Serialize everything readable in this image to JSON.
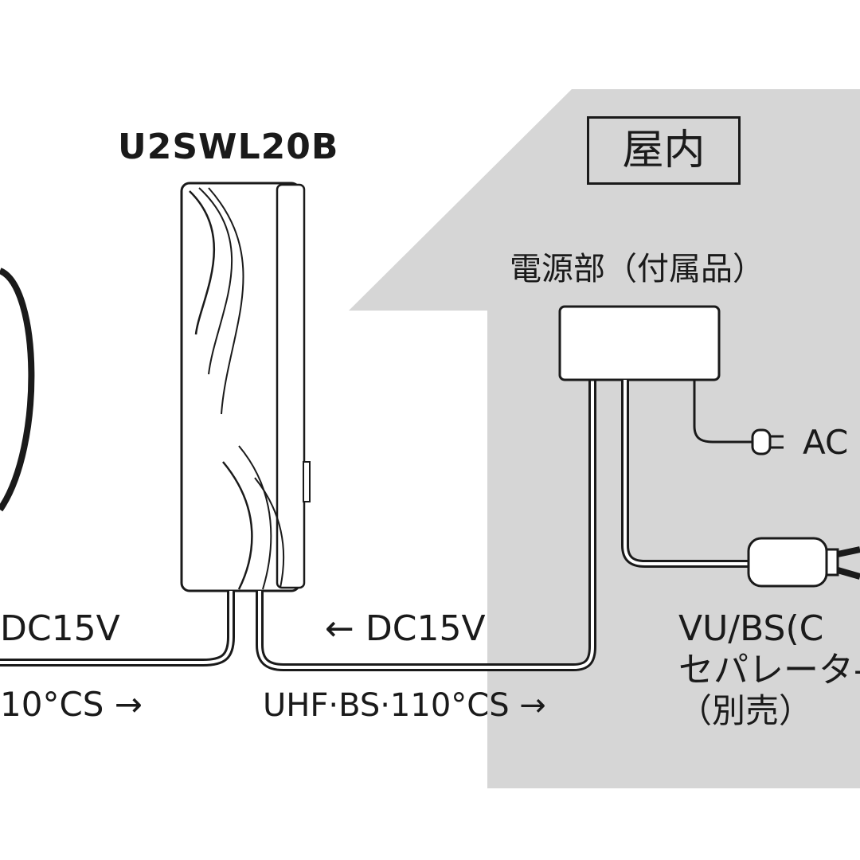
{
  "model_label": "U2SWL20B",
  "indoor_label": "屋内",
  "power_unit_label": "電源部（付属品）",
  "ac_label": "AC",
  "dc_left_label": "DC15V",
  "dc_mid_label": "← DC15V",
  "signal_left_label": "10°CS →",
  "signal_mid_label": "UHF·BS·110°CS →",
  "separator_label_line1": "VU/BS(C",
  "separator_label_line2": "セパレータ-",
  "separator_label_line3": "（別売）",
  "colors": {
    "house_fill": "#d6d6d6",
    "line": "#1a1a1a",
    "background": "#ffffff"
  }
}
